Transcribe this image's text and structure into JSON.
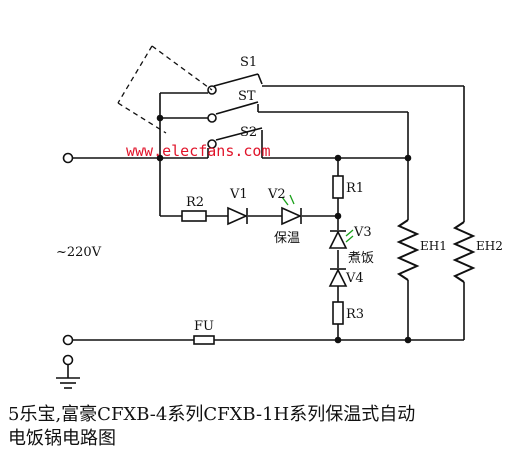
{
  "labels": {
    "s1": "S1",
    "st": "ST",
    "s2": "S2",
    "r1": "R1",
    "r2": "R2",
    "r3": "R3",
    "v1": "V1",
    "v2": "V2",
    "v3": "V3",
    "v4": "V4",
    "eh1": "EH1",
    "eh2": "EH2",
    "fu": "FU",
    "voltage": "~220V",
    "keep_warm": "保温",
    "cooking": "煮饭"
  },
  "watermark": "www.elecfans.com",
  "caption": {
    "line1": "5乐宝,富豪CFXB-4系列CFXB-1H系列保温式自动",
    "line2": "电饭锅电路图"
  },
  "colors": {
    "line": "#111111",
    "watermark": "#e0142a",
    "indicator": "#1aa01a"
  }
}
